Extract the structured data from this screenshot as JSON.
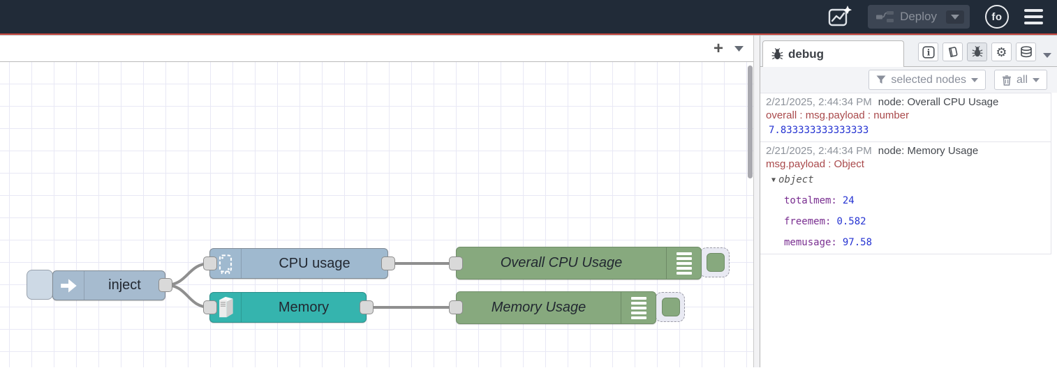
{
  "header": {
    "deploy": {
      "label": "Deploy"
    },
    "avatar": {
      "initials": "fo"
    }
  },
  "canvas": {
    "tabbar": {
      "add_label": "+"
    },
    "nodes": {
      "inject": {
        "label": "inject"
      },
      "cpu": {
        "label": "CPU usage"
      },
      "memory": {
        "label": "Memory"
      },
      "overall_cpu_debug": {
        "label": "Overall CPU Usage"
      },
      "memory_debug": {
        "label": "Memory Usage"
      }
    }
  },
  "sidebar": {
    "tab": {
      "label": "debug"
    },
    "toolbar": {
      "filter_label": "selected nodes",
      "clear_label": "all"
    },
    "messages": [
      {
        "timestamp": "2/21/2025, 2:44:34 PM",
        "source": "node: Overall CPU Usage",
        "path": "overall : msg.payload : number",
        "value": "7.833333333333333"
      },
      {
        "timestamp": "2/21/2025, 2:44:34 PM",
        "source": "node: Memory Usage",
        "path": "msg.payload : Object",
        "tree": {
          "root_label": "object",
          "entries": [
            {
              "key": "totalmem:",
              "value": "24"
            },
            {
              "key": "freemem:",
              "value": "0.582"
            },
            {
              "key": "memusage:",
              "value": "97.58"
            }
          ]
        }
      }
    ]
  },
  "colors": {
    "header_bg": "#212b38",
    "accent_red": "#c5443c",
    "inject_node": "#a6bbcf",
    "cpu_node": "#9fb9cf",
    "memory_node": "#35b4ae",
    "debug_node": "#87a97e",
    "wire": "#8f8f8f",
    "msg_path_red": "#a9494b",
    "msg_number_blue": "#2533d2",
    "msg_key_purple": "#792e90"
  }
}
